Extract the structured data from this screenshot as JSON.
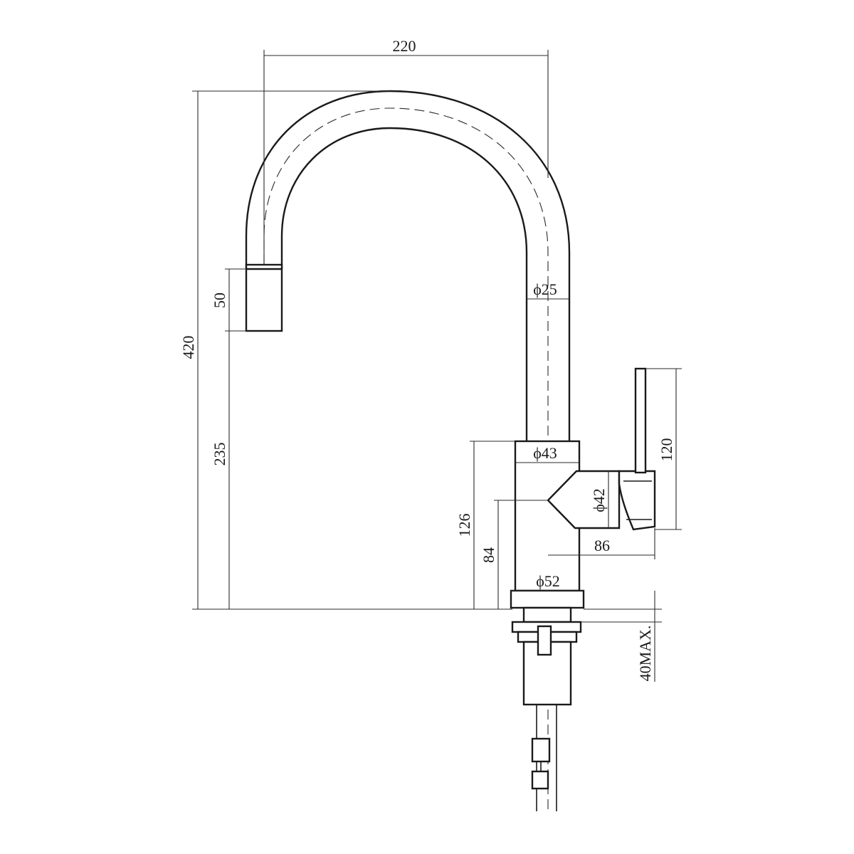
{
  "dimensions": {
    "overall_width": "220",
    "overall_height": "420",
    "spout_tip_length": "50",
    "spout_outlet_height": "235",
    "spout_diameter": "ϕ25",
    "body_diameter": "ϕ43",
    "handle_diameter": "ϕ42",
    "base_diameter": "ϕ52",
    "body_height": "126",
    "handle_axis_height": "84",
    "handle_reach": "86",
    "lever_height": "120",
    "deck_thickness": "40MAX."
  }
}
